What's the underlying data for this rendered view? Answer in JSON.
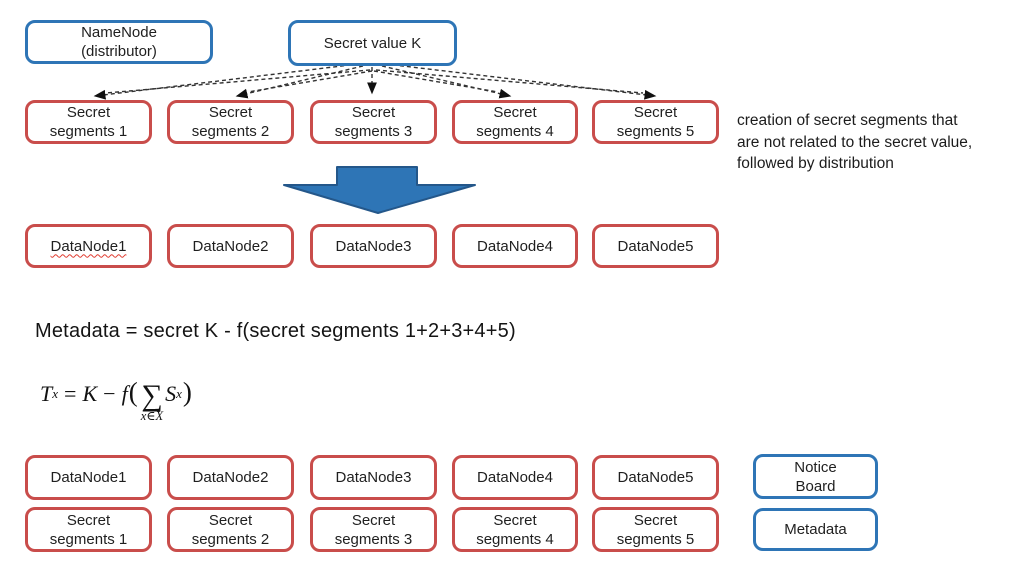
{
  "colors": {
    "blue": "#2e75b6",
    "red": "#c94d4b",
    "ink": "#1f1f1f",
    "dashed_line": "#333333",
    "arrowhead": "#111111",
    "big_arrow_fill": "#2e75b6",
    "big_arrow_stroke": "#24578a",
    "squiggle": "#e03c31"
  },
  "top": {
    "namenode": {
      "line1": "NameNode",
      "line2": "(distributor)"
    },
    "secret_value": "Secret value K"
  },
  "segments_top": [
    {
      "line1": "Secret",
      "line2": "segments 1"
    },
    {
      "line1": "Secret",
      "line2": "segments 2"
    },
    {
      "line1": "Secret",
      "line2": "segments 3"
    },
    {
      "line1": "Secret",
      "line2": "segments 4"
    },
    {
      "line1": "Secret",
      "line2": "segments 5"
    }
  ],
  "annotation": {
    "line1": "creation of secret segments that",
    "line2": "are not related to the secret value,",
    "line3": "followed by distribution"
  },
  "datanodes_mid": [
    "DataNode1",
    "DataNode2",
    "DataNode3",
    "DataNode4",
    "DataNode5"
  ],
  "formula_text": "Metadata = secret K - f(secret segments 1+2+3+4+5)",
  "math": {
    "T": "T",
    "T_sub": "x",
    "eq": "=",
    "K": "K",
    "minus": "−",
    "f": "f",
    "open": "(",
    "sigma": "∑",
    "sum_sub": "x∈X",
    "S": "S",
    "S_sub": "x",
    "close": ")"
  },
  "datanodes_bottom": [
    "DataNode1",
    "DataNode2",
    "DataNode3",
    "DataNode4",
    "DataNode5"
  ],
  "segments_bottom": [
    {
      "line1": "Secret",
      "line2": "segments 1"
    },
    {
      "line1": "Secret",
      "line2": "segments 2"
    },
    {
      "line1": "Secret",
      "line2": "segments 3"
    },
    {
      "line1": "Secret",
      "line2": "segments 4"
    },
    {
      "line1": "Secret",
      "line2": "segments 5"
    }
  ],
  "notice_board": {
    "line1": "Notice",
    "line2": "Board"
  },
  "metadata_box": {
    "label": "Metadata"
  }
}
